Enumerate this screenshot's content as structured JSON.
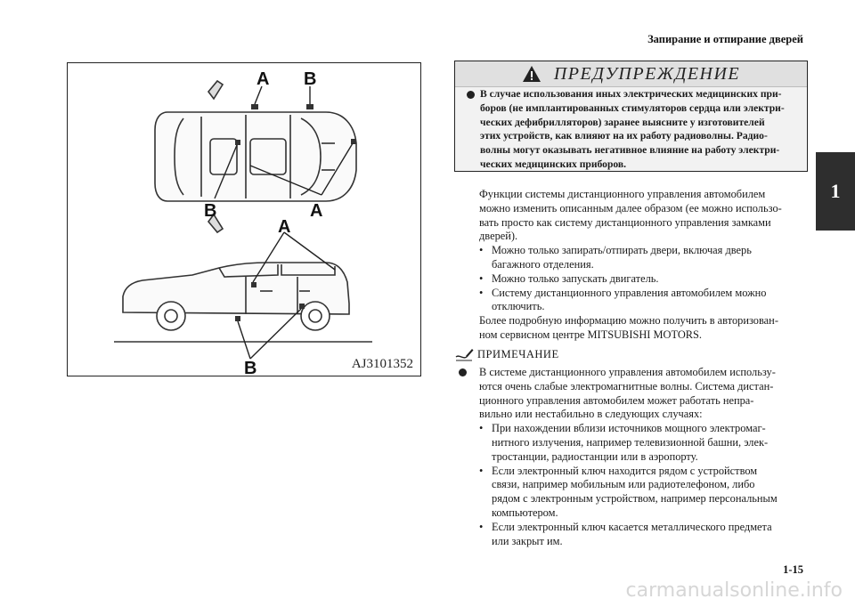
{
  "header": {
    "title": "Запирание и отпирание дверей"
  },
  "chapter_tab": {
    "number": "1"
  },
  "figure": {
    "code": "AJ3101352",
    "labels": {
      "a_top": "A",
      "b_top": "B",
      "b_mid": "B",
      "a_mid": "A",
      "a_side": "A",
      "b_bottom": "B"
    }
  },
  "warning": {
    "title": "ПРЕДУПРЕЖДЕНИЕ",
    "lines": [
      "В случае использования иных электрических медицинских при-",
      "боров (не имплантированных стимуляторов сердца или электри-",
      "ческих дефибрилляторов) заранее выясните у изготовителей",
      "этих устройств, как влияют на их работу радиоволны. Радио-",
      "волны могут оказывать негативное влияние на работу электри-",
      "ческих медицинских приборов."
    ]
  },
  "main": {
    "intro": [
      "Функции системы дистанционного управления автомобилем",
      "можно изменить описанным далее образом (ее можно использо-",
      "вать просто как систему дистанционного управления замками",
      "дверей)."
    ],
    "items": [
      [
        "Можно только запирать/отпирать двери, включая дверь",
        "багажного отделения."
      ],
      [
        "Можно только запускать двигатель."
      ],
      [
        "Систему дистанционного управления автомобилем можно",
        "отключить."
      ]
    ],
    "outro": [
      "Более подробную информацию можно получить в авторизован-",
      "ном сервисном центре MITSUBISHI MOTORS."
    ]
  },
  "note": {
    "title": "ПРИМЕЧАНИЕ",
    "lead": [
      "В системе дистанционного управления автомобилем использу-",
      "ются очень слабые электромагнитные волны. Система дистан-",
      "ционного управления автомобилем может работать непра-",
      "вильно или нестабильно в следующих случаях:"
    ],
    "items": [
      [
        "При нахождении вблизи источников мощного электромаг-",
        "нитного излучения, например телевизионной башни, элек-",
        "тростанции, радиостанции или в аэропорту."
      ],
      [
        "Если электронный ключ находится рядом с устройством",
        "связи, например мобильным или радиотелефоном, либо",
        "рядом с электронным устройством, например персональным",
        "компьютером."
      ],
      [
        "Если электронный ключ касается металлического предмета",
        "или закрыт им."
      ]
    ]
  },
  "footer": {
    "page": "1-15"
  },
  "watermark": {
    "text": "carmanualsonline.info"
  }
}
